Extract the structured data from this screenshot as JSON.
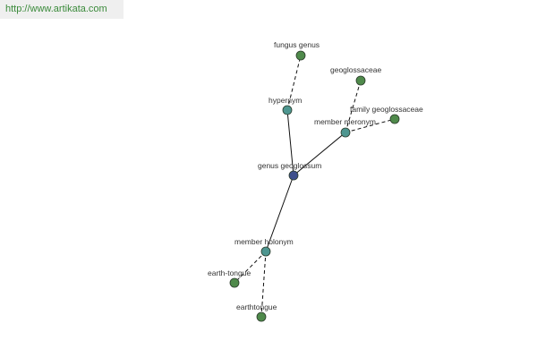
{
  "site": {
    "url": "http://www.artikata.com"
  },
  "colors": {
    "center_node": "#3e4f8c",
    "relation_node": "#4e9690",
    "leaf_node": "#4f8a4b",
    "node_stroke": "#2a3a2a",
    "edge": "#111111",
    "url_text": "#3a8a3a"
  },
  "graph": {
    "nodes": [
      {
        "id": "center",
        "label": "genus geoglossum",
        "kind": "center"
      },
      {
        "id": "hypernym",
        "label": "hypernym",
        "kind": "relation"
      },
      {
        "id": "meronym",
        "label": "member meronym",
        "kind": "relation"
      },
      {
        "id": "holonym",
        "label": "member holonym",
        "kind": "relation"
      },
      {
        "id": "fungus",
        "label": "fungus genus",
        "kind": "leaf"
      },
      {
        "id": "geoglossaceae",
        "label": "geoglossaceae",
        "kind": "leaf"
      },
      {
        "id": "family",
        "label": "family geoglossaceae",
        "kind": "leaf"
      },
      {
        "id": "earthtongue_hyph",
        "label": "earth-tongue",
        "kind": "leaf"
      },
      {
        "id": "earthtongue",
        "label": "earthtongue",
        "kind": "leaf"
      }
    ],
    "edges": [
      {
        "from": "center",
        "to": "hypernym",
        "style": "solid"
      },
      {
        "from": "center",
        "to": "meronym",
        "style": "solid"
      },
      {
        "from": "center",
        "to": "holonym",
        "style": "solid"
      },
      {
        "from": "hypernym",
        "to": "fungus",
        "style": "dashed"
      },
      {
        "from": "meronym",
        "to": "geoglossaceae",
        "style": "dashed"
      },
      {
        "from": "meronym",
        "to": "family",
        "style": "dashed"
      },
      {
        "from": "holonym",
        "to": "earthtongue_hyph",
        "style": "dashed"
      },
      {
        "from": "holonym",
        "to": "earthtongue",
        "style": "dashed"
      }
    ]
  }
}
